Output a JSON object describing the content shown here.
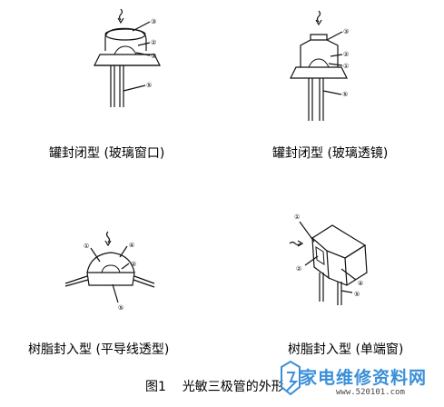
{
  "figure": {
    "panels": [
      {
        "caption": "罐封闭型 (玻璃窗口)",
        "markers": [
          "③",
          "②",
          "①",
          "⑤"
        ]
      },
      {
        "caption": "罐封闭型 (玻璃透镜)",
        "markers": [
          "③",
          "②",
          "①",
          "⑤"
        ]
      },
      {
        "caption": "树脂封入型 (平导线透型)",
        "markers": [
          "①",
          "④",
          "②",
          "⑤"
        ]
      },
      {
        "caption": "树脂封入型 (单端窗)",
        "markers": [
          "①",
          "②",
          "④",
          "⑤"
        ]
      }
    ],
    "figure_caption": "图1    光敏三极管的外形"
  },
  "watermark": {
    "site_name": "家电维修资料网",
    "url": "www.520101.com"
  },
  "colors": {
    "line": "#111111",
    "watermark": "#3a8fd8"
  }
}
